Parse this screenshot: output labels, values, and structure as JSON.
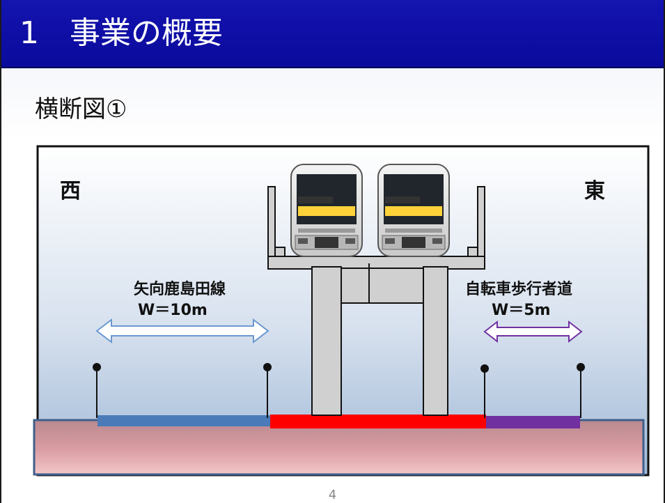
{
  "header": {
    "title": "1　事業の概要",
    "background_color": "#0a0a9c"
  },
  "subtitle": "横断図①",
  "diagram": {
    "direction_west": "西",
    "direction_east": "東",
    "road": {
      "name": "矢向鹿島田線",
      "width": "W＝10m",
      "color": "#4a7ab8"
    },
    "bike_path": {
      "name": "自転車歩行者道",
      "width": "W＝5m",
      "color": "#7030a0"
    },
    "viaduct_base_color": "#ff0000",
    "ground_color": "#d79aa0",
    "icons": [
      "train-icon",
      "train-icon"
    ]
  },
  "footer": {
    "page_number": "4"
  }
}
